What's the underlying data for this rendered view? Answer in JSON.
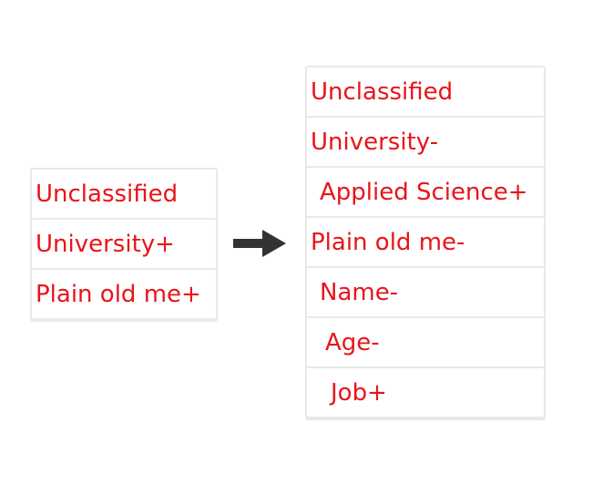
{
  "before": {
    "items": [
      {
        "label": "Unclassified"
      },
      {
        "label": "University+"
      },
      {
        "label": "Plain old me+"
      }
    ]
  },
  "after": {
    "items": [
      {
        "label": "Unclassified"
      },
      {
        "label": "University-"
      },
      {
        "label": "Applied Science+"
      },
      {
        "label": "Plain old me-"
      },
      {
        "label": "Name-"
      },
      {
        "label": "Age-"
      },
      {
        "label": "Job+"
      }
    ]
  },
  "colors": {
    "text": "#e8141b",
    "arrow": "#333333",
    "border": "#e9e9e9"
  },
  "icons": {
    "transition": "right-arrow-icon"
  }
}
